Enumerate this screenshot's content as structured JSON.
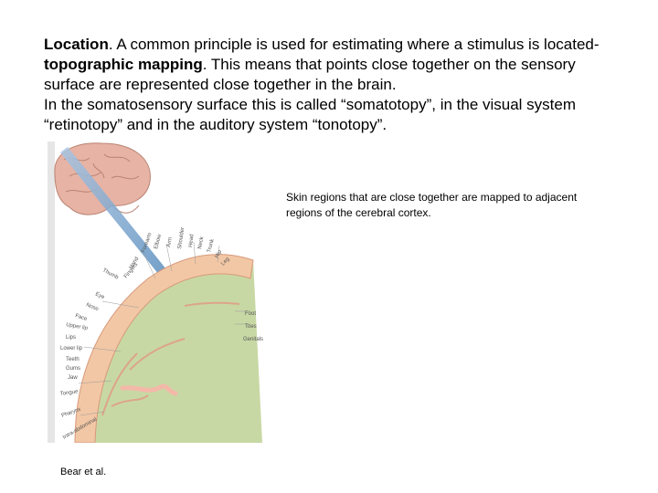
{
  "paragraph1": {
    "term1": "Location",
    "after_term1": ".  A common principle is used for estimating where a stimulus is located- ",
    "term2": "topographic mapping",
    "after_term2": ". This means that points close together on the sensory surface are represented close together in the brain."
  },
  "paragraph2": "In the somatosensory surface this is called “somatotopy”, in the visual system “retinotopy” and in the auditory system “tonotopy”.",
  "figure": {
    "caption": "Skin regions that are close together are mapped to adjacent regions of the cerebral cortex.",
    "credit": "Bear et al.",
    "labels_top": [
      "Hand",
      "Fingers",
      "Forearm",
      "Elbow",
      "Arm",
      "Shoulder",
      "Head",
      "Neck",
      "Trunk",
      "Hip",
      "Leg"
    ],
    "labels_left": [
      "Thumb",
      "Eye",
      "Nose",
      "Face",
      "Upper lip",
      "Lips",
      "Lower lip",
      "Teeth",
      "Gums",
      "Jaw",
      "Tongue",
      "Pharynx",
      "Intra-abdominal"
    ],
    "labels_right": [
      "Foot",
      "Toes",
      "Genitals"
    ],
    "colors": {
      "brain": "#e7b3a4",
      "cortex_band": "#f2c7a5",
      "white_matter": "#c8d8a4",
      "arrow": "#7fa9cf"
    }
  }
}
